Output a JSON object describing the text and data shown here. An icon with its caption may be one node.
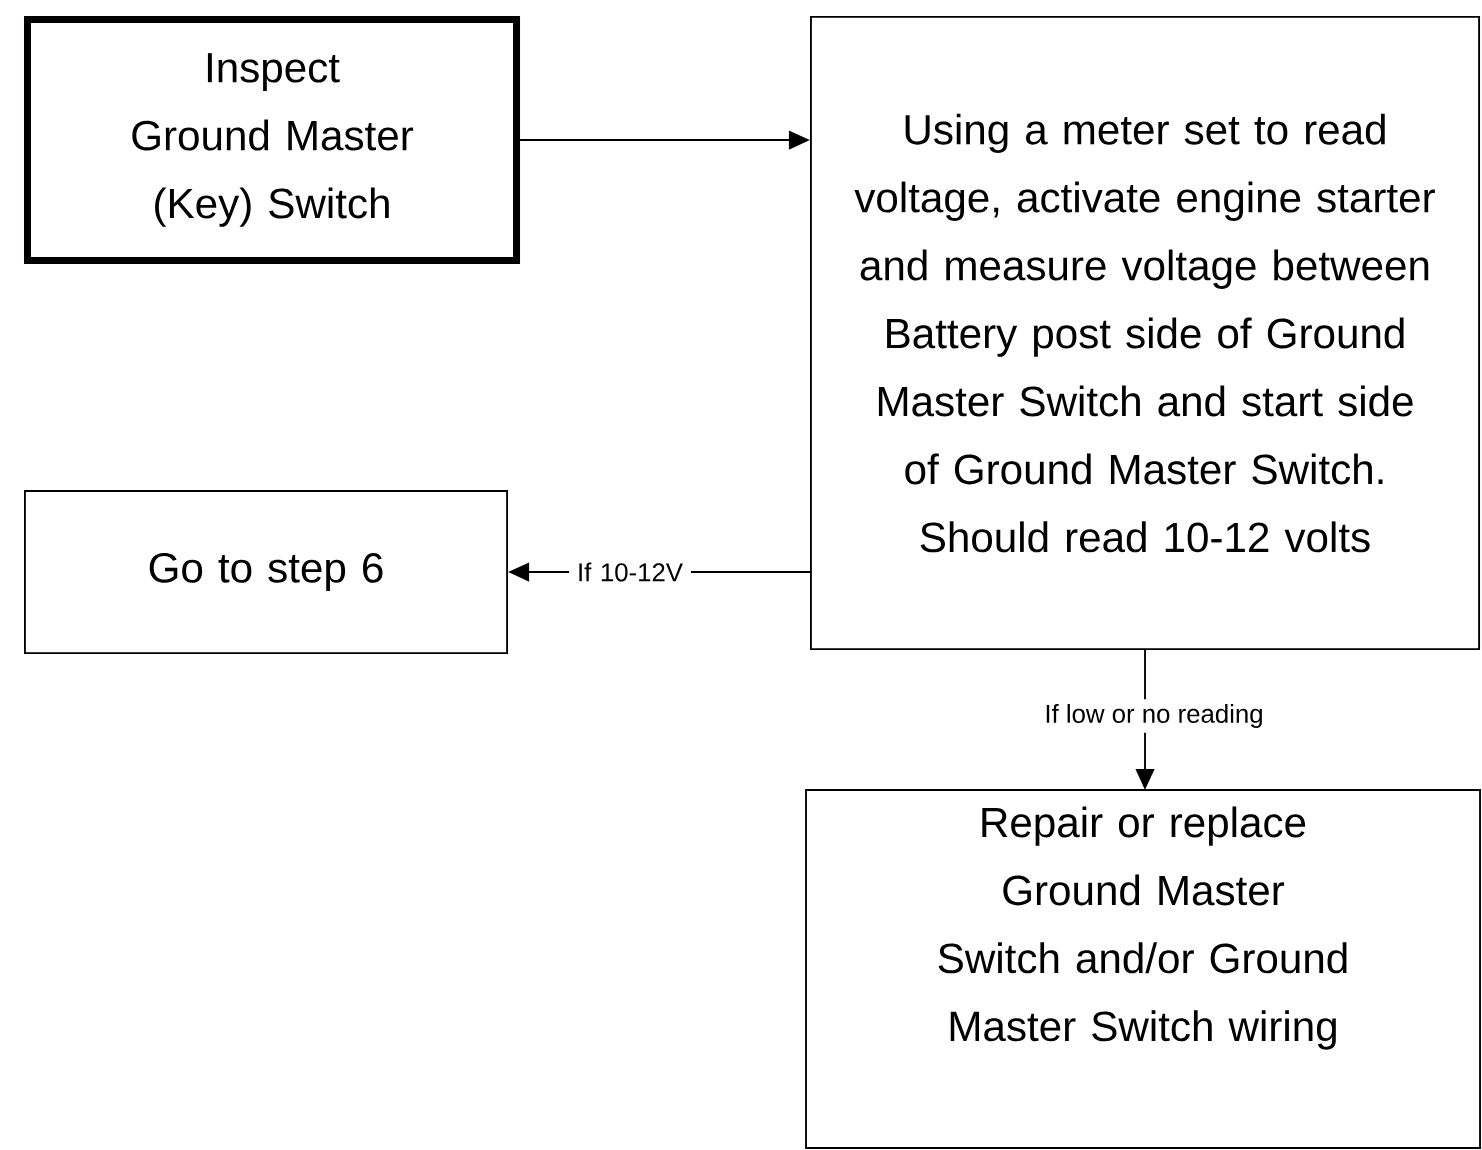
{
  "diagram": {
    "nodes": [
      {
        "text": [
          "Inspect Ground Master (Key) Switch"
        ]
      },
      {
        "text": [
          "Using a meter set to read voltage, activate engine starter and measure voltage between Battery post side of Ground Master Switch and start side of Ground Master Switch. Should read 10-12 volts"
        ]
      },
      {
        "text": [
          "Go to step 6"
        ]
      },
      {
        "text": [
          "Repair or replace Ground Master Switch and/or Ground Master Switch wiring"
        ]
      }
    ],
    "edges": [
      {
        "from": 0,
        "to": 1,
        "arrow": "to"
      },
      {
        "from": 1,
        "to": 2,
        "arrow": "to",
        "label": "If 10-12V"
      },
      {
        "from": 1,
        "to": 3,
        "arrow": "to",
        "label": "If low or no reading"
      }
    ]
  }
}
